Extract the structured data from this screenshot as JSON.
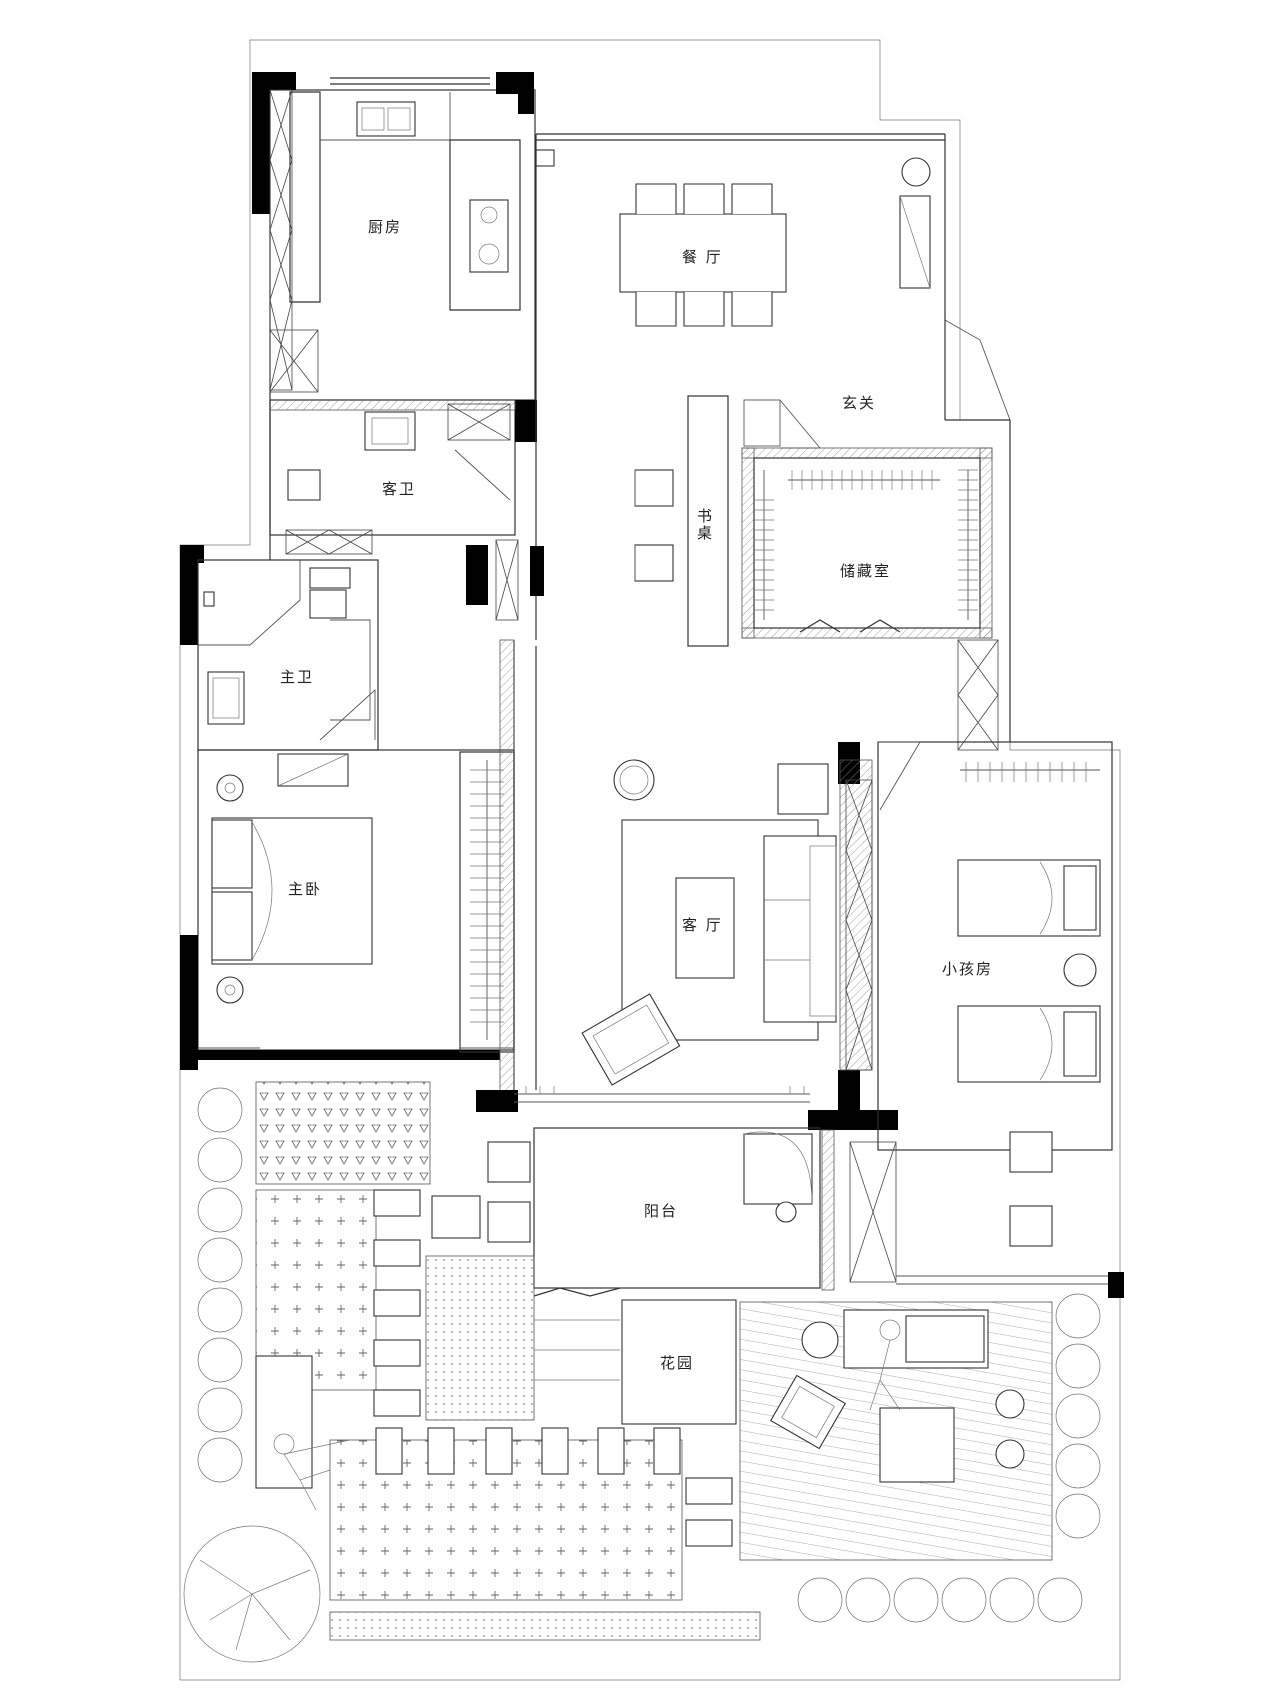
{
  "rooms": {
    "kitchen": "厨房",
    "dining": "餐 厅",
    "foyer": "玄关",
    "guest_bath": "客卫",
    "desk": "书桌",
    "storage": "储藏室",
    "master_bath": "主卫",
    "master_bedroom": "主卧",
    "living_room": "客 厅",
    "kids_room": "小孩房",
    "balcony": "阳台",
    "garden": "花园"
  },
  "colors": {
    "wall": "#000000",
    "line": "#333333",
    "background": "#ffffff"
  }
}
